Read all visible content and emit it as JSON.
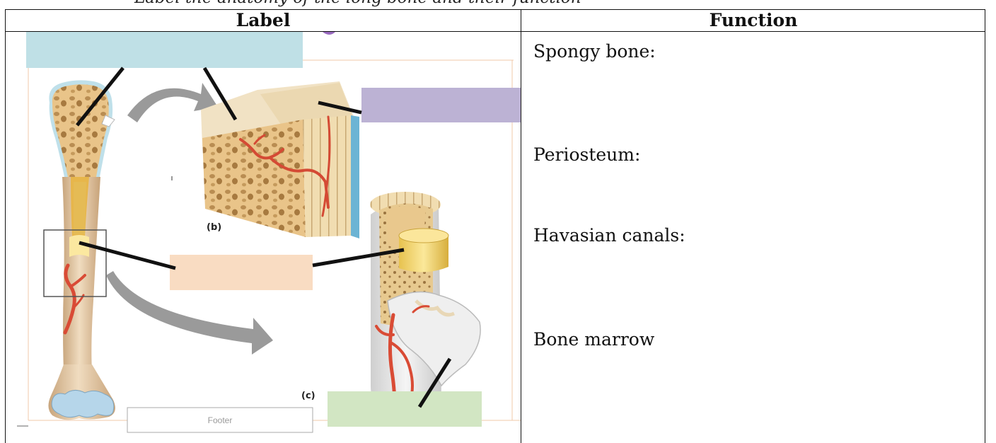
{
  "page": {
    "cropped_title": "Label the anatomy of the long bone and their function"
  },
  "table": {
    "headers": {
      "label": "Label",
      "function": "Function"
    },
    "function_items": [
      "Spongy bone:",
      "Periosteum:",
      "Havasian canals:",
      "Bone marrow"
    ]
  },
  "diagram": {
    "caption_b": "(b)",
    "caption_c": "(c)",
    "footer_text": "Footer",
    "label_box_colors": {
      "blue": "#bfe0e6",
      "purple": "#bcb2d4",
      "peach": "#f9dcc2",
      "green": "#d2e6c3"
    }
  }
}
